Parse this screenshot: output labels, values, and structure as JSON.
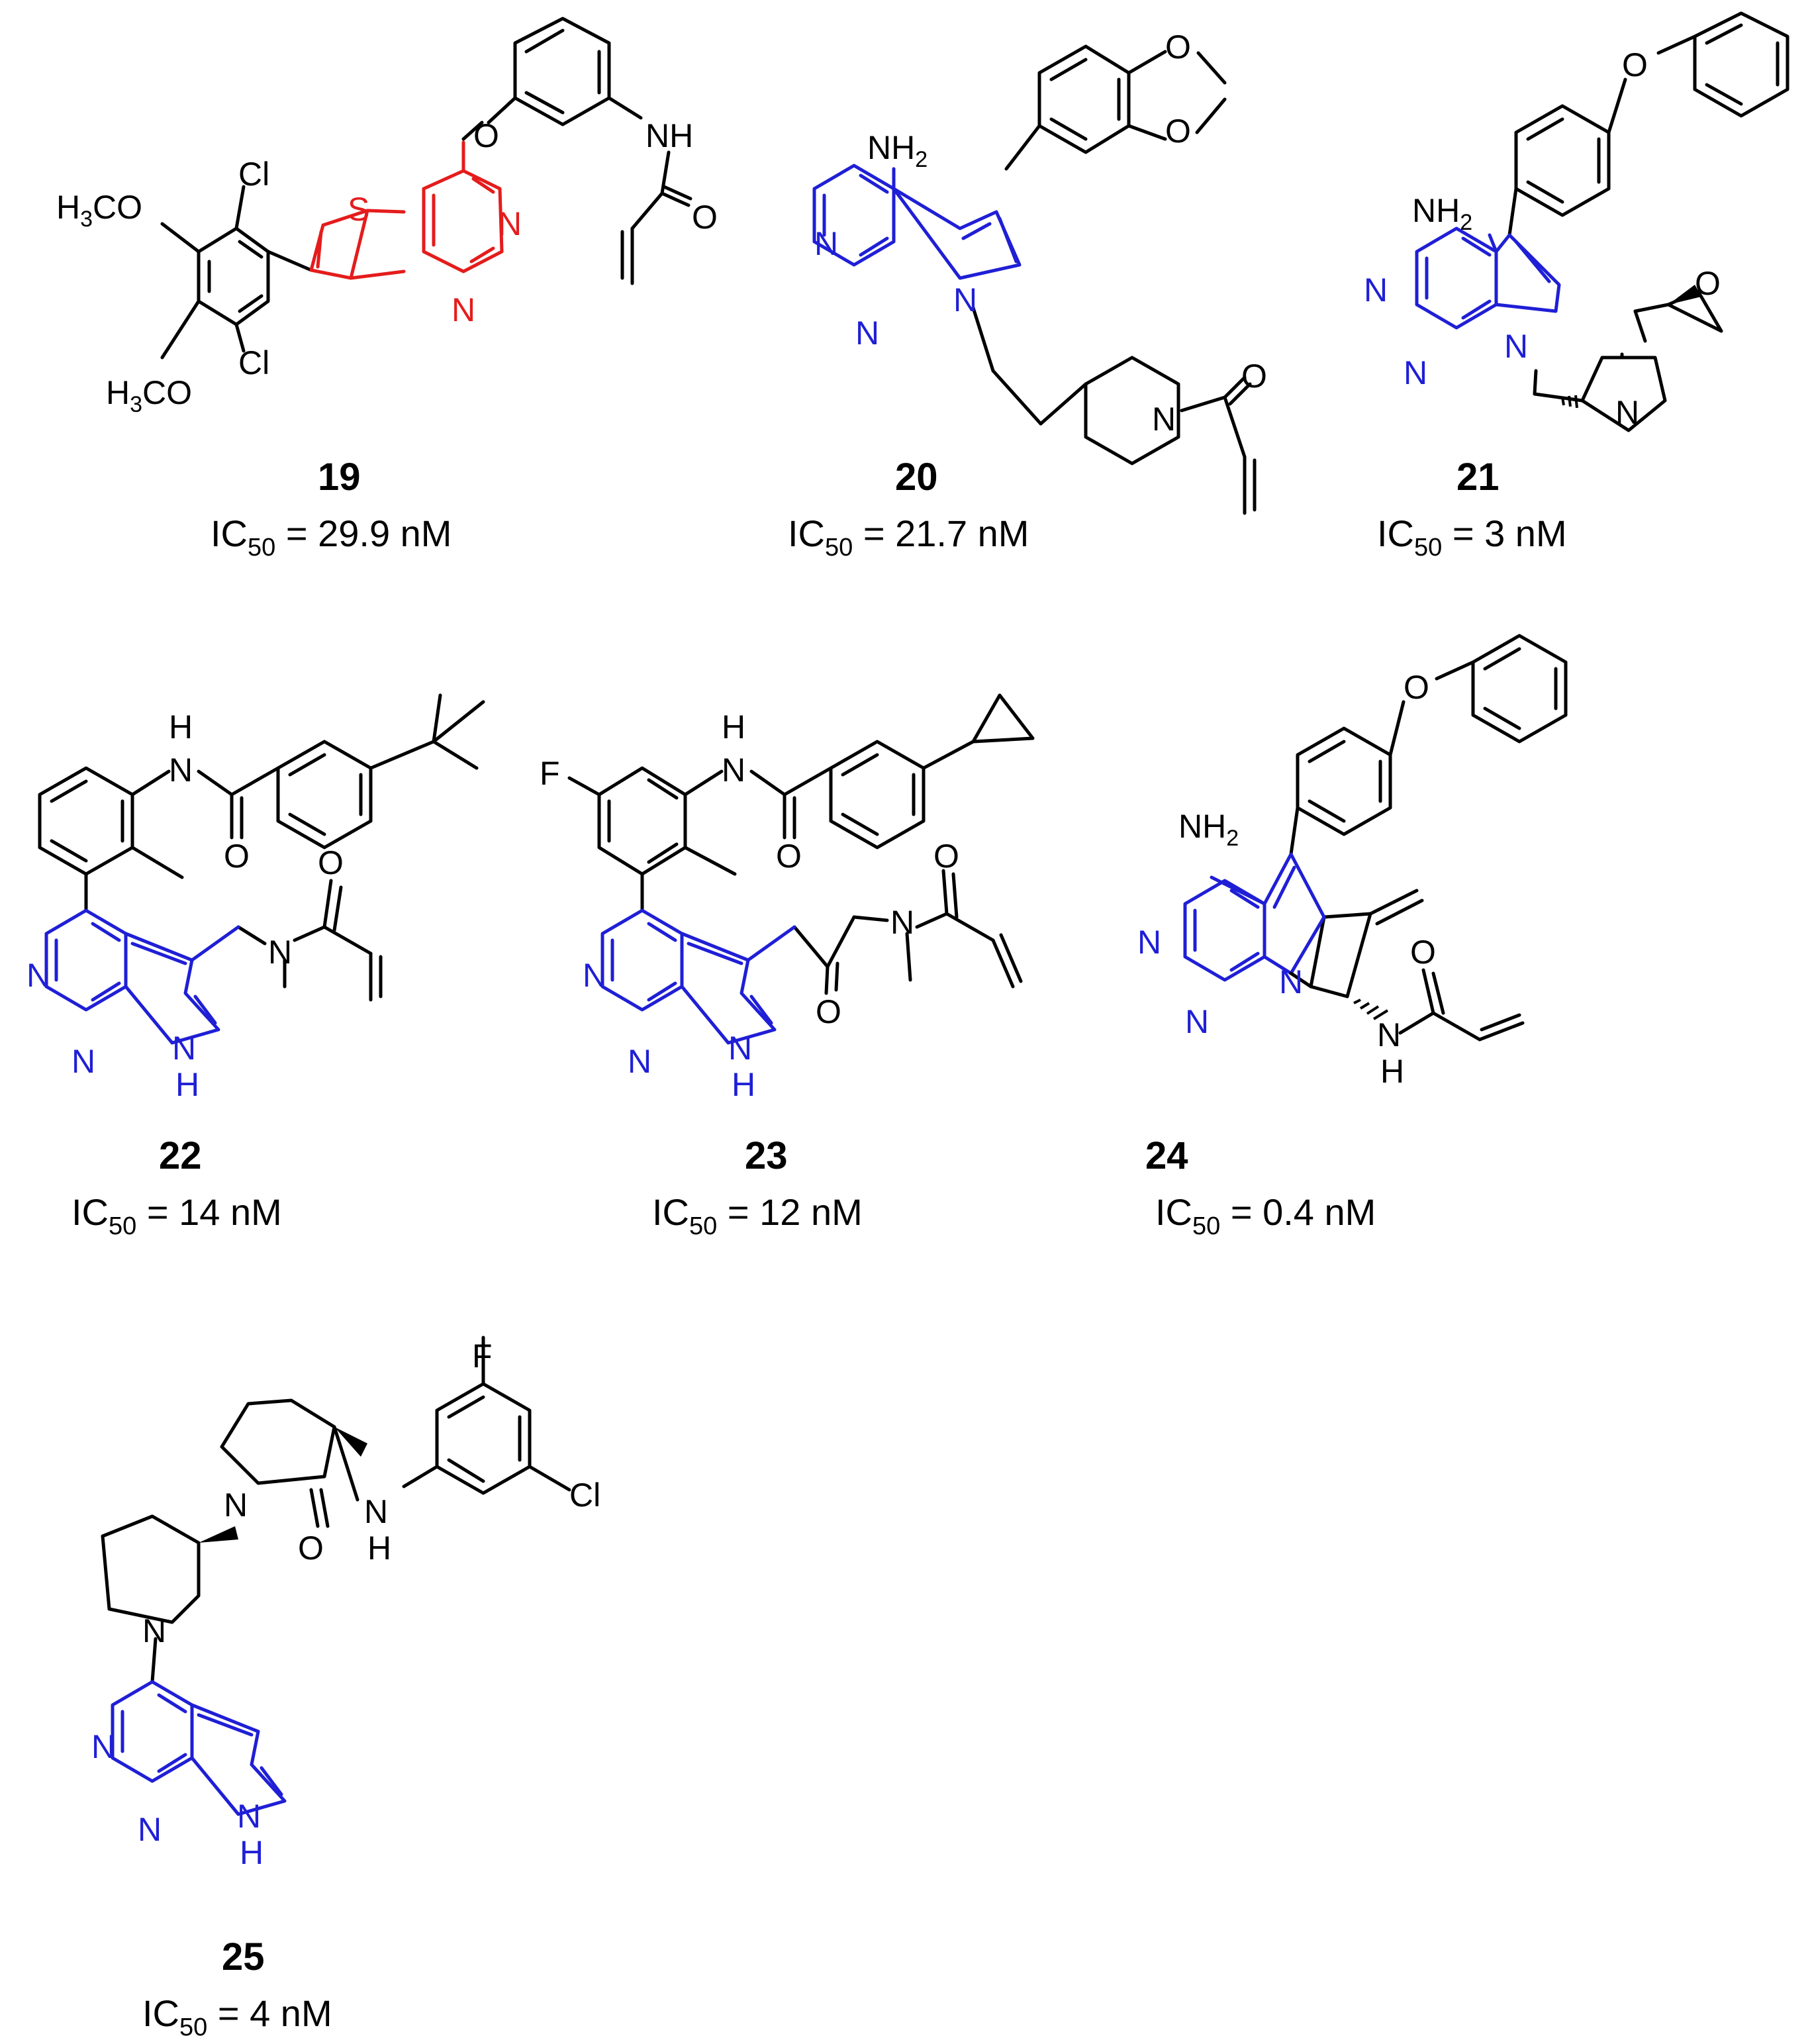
{
  "colors": {
    "bond": "#000000",
    "pyrrolopyrimidine": "#1f1fd6",
    "thienopyrimidine": "#e51c1c"
  },
  "compounds": [
    {
      "id": "19",
      "ic50_label": "IC",
      "ic50_sub": "50",
      "ic50_value": " = 29.9 nM"
    },
    {
      "id": "20",
      "ic50_label": "IC",
      "ic50_sub": "50",
      "ic50_value": " = 21.7 nM"
    },
    {
      "id": "21",
      "ic50_label": "IC",
      "ic50_sub": "50",
      "ic50_value": " = 3 nM"
    },
    {
      "id": "22",
      "ic50_label": "IC",
      "ic50_sub": "50",
      "ic50_value": " = 14 nM"
    },
    {
      "id": "23",
      "ic50_label": "IC",
      "ic50_sub": "50",
      "ic50_value": " = 12 nM"
    },
    {
      "id": "24",
      "ic50_label": "IC",
      "ic50_sub": "50",
      "ic50_value": " = 0.4 nM"
    },
    {
      "id": "25",
      "ic50_label": "IC",
      "ic50_sub": "50",
      "ic50_value": " = 4 nM"
    }
  ],
  "atoms": {
    "O": "O",
    "N": "N",
    "S": "S",
    "F": "F",
    "Cl": "Cl",
    "NH": "NH",
    "H": "H",
    "NH2": "NH",
    "sub2": "2",
    "H3CO_a": "H",
    "H3CO_b": "CO",
    "sub3": "3"
  }
}
